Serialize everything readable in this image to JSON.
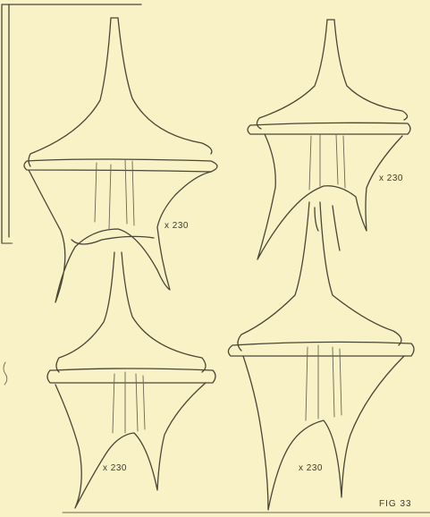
{
  "figure": {
    "caption": "FIG 33",
    "specimens": [
      {
        "magnification": "x 230"
      },
      {
        "magnification": "x 230"
      },
      {
        "magnification": "x 230"
      },
      {
        "magnification": "x 230"
      }
    ]
  }
}
